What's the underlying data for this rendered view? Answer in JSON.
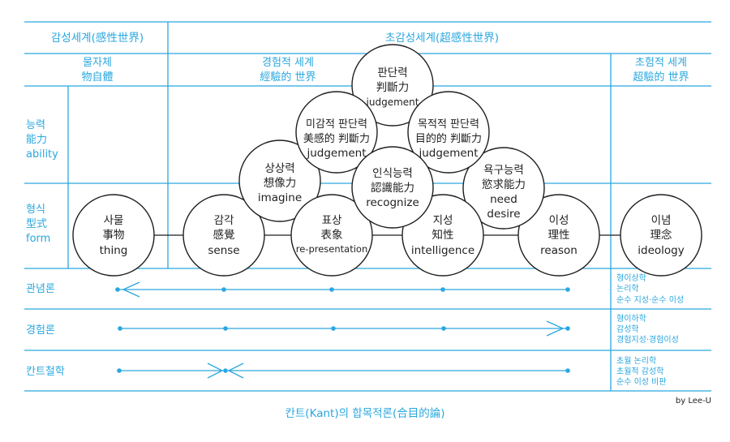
{
  "colors": {
    "accent": "#2aa7df",
    "ink": "#1f1f1f"
  },
  "header": {
    "sensible_world": "감성세계(感性世界)",
    "supersensible_world": "초감성세계(超感性世界)"
  },
  "subheader": {
    "thing_in_itself": [
      "물자체",
      "物自體"
    ],
    "empirical_world": [
      "경험적 세계",
      "經驗的 世界"
    ],
    "transcendental_world": [
      "초험적 세계",
      "超驗的 世界"
    ]
  },
  "row_labels": {
    "ability": [
      "능력",
      "能力",
      "ability"
    ],
    "form": [
      "형식",
      "型式",
      "form"
    ],
    "idealism": "관념론",
    "empiricism": "경험론",
    "kant": "칸트철학"
  },
  "nodes": {
    "judgement": [
      "판단력",
      "判斷力",
      "judgement"
    ],
    "aesthetic_judgement": [
      "미감적 판단력",
      "美感的 判斷力",
      "judgement"
    ],
    "teleological_judgement": [
      "목적적 판단력",
      "目的的 判斷力",
      "judgement"
    ],
    "imagine": [
      "상상력",
      "想像力",
      "imagine"
    ],
    "recognize": [
      "인식능력",
      "認識能力",
      "recognize"
    ],
    "desire": [
      "욕구능력",
      "慾求能力",
      "need",
      "desire"
    ],
    "thing": [
      "사물",
      "事物",
      "thing"
    ],
    "sense": [
      "감각",
      "感覺",
      "sense"
    ],
    "representation": [
      "표상",
      "表象",
      "re-presentation"
    ],
    "intelligence": [
      "지성",
      "知性",
      "intelligence"
    ],
    "reason": [
      "이성",
      "理性",
      "reason"
    ],
    "ideology": [
      "이념",
      "理念",
      "ideology"
    ]
  },
  "notes": {
    "idealism": [
      "형이상학",
      "논리학",
      "순수 지성·순수 이성"
    ],
    "empiricism": [
      "형이하학",
      "감성학",
      "경험지성·경험이성"
    ],
    "kant": [
      "초월 논리학",
      "초월적 감성학",
      "순수 이성 비판"
    ]
  },
  "credit": "by Lee-U",
  "caption": "칸트(Kant)의 합목적론(合目的論)"
}
